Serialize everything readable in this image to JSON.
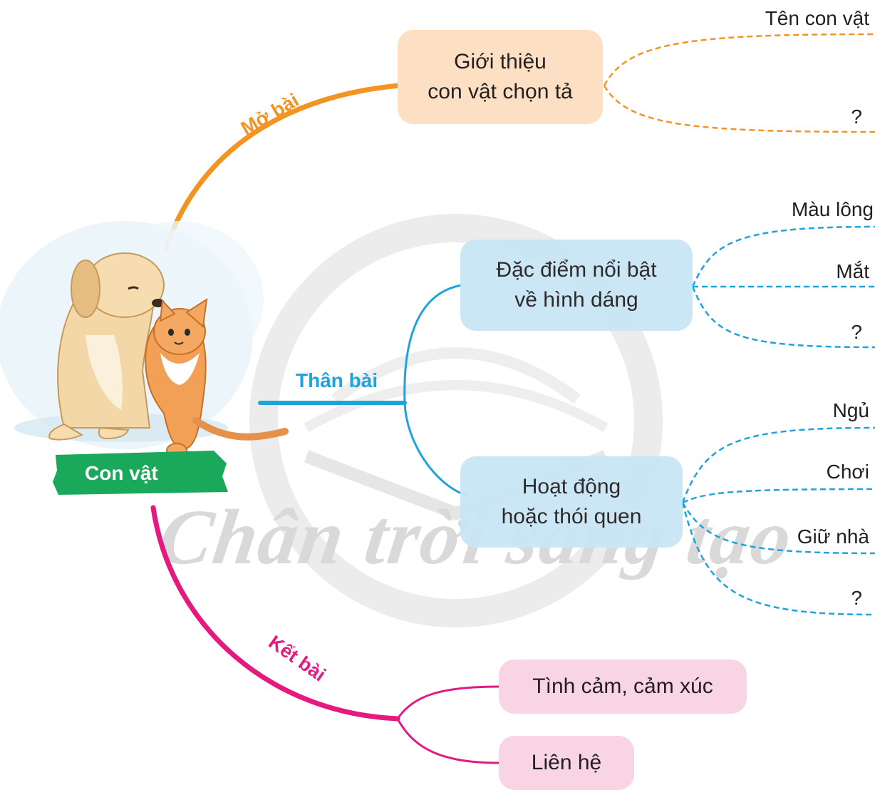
{
  "watermark": "Chân trời sáng tạo",
  "root": {
    "label": "Con vật"
  },
  "branches": {
    "mo_bai": {
      "label": "Mở bài",
      "color": "#f39322",
      "node": "Giới thiệu\ncon vật chọn tả",
      "leaves": [
        "Tên con vật",
        "?"
      ]
    },
    "than_bai": {
      "label": "Thân bài",
      "color": "#1ea3dc",
      "node1": {
        "text": "Đặc điểm nổi bật\nvề hình dáng",
        "leaves": [
          "Màu lông",
          "Mắt",
          "?"
        ]
      },
      "node2": {
        "text": "Hoạt động\nhoặc thói quen",
        "leaves": [
          "Ngủ",
          "Chơi",
          "Giữ nhà",
          "?"
        ]
      }
    },
    "ket_bai": {
      "label": "Kết bài",
      "color": "#e5197f",
      "nodes": [
        "Tình cảm, cảm xúc",
        "Liên hệ"
      ]
    }
  },
  "colors": {
    "root_banner": "#1aa85a",
    "orange_box": "#fde0c4",
    "blue_box": "#c9e6f5",
    "pink_box": "#f9d4e4"
  }
}
